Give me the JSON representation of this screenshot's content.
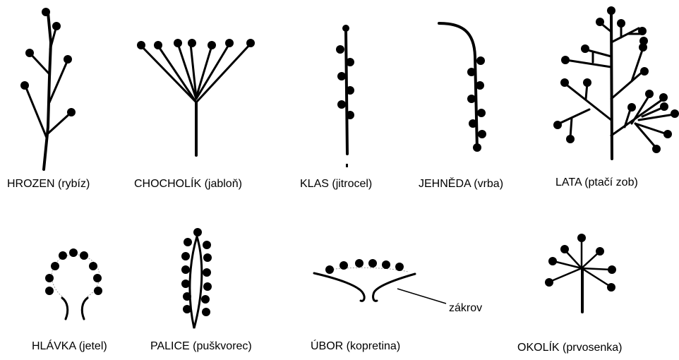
{
  "inflorescences": [
    {
      "id": "hrozen",
      "label": "HROZEN (rybíz)"
    },
    {
      "id": "chocholik",
      "label": "CHOCHOLÍK (jabloň)"
    },
    {
      "id": "klas",
      "label": "KLAS (jitrocel)"
    },
    {
      "id": "jehneda",
      "label": "JEHNĚDA (vrba)"
    },
    {
      "id": "lata",
      "label": "LATA (ptačí zob)"
    },
    {
      "id": "hlavka",
      "label": "HLÁVKA (jetel)"
    },
    {
      "id": "palice",
      "label": "PALICE (puškvorec)"
    },
    {
      "id": "ubor",
      "label": "ÚBOR (kopretina)"
    },
    {
      "id": "okolik",
      "label": "OKOLÍK (prvosenka)"
    }
  ],
  "annotation": {
    "zakrov": "zákrov"
  }
}
